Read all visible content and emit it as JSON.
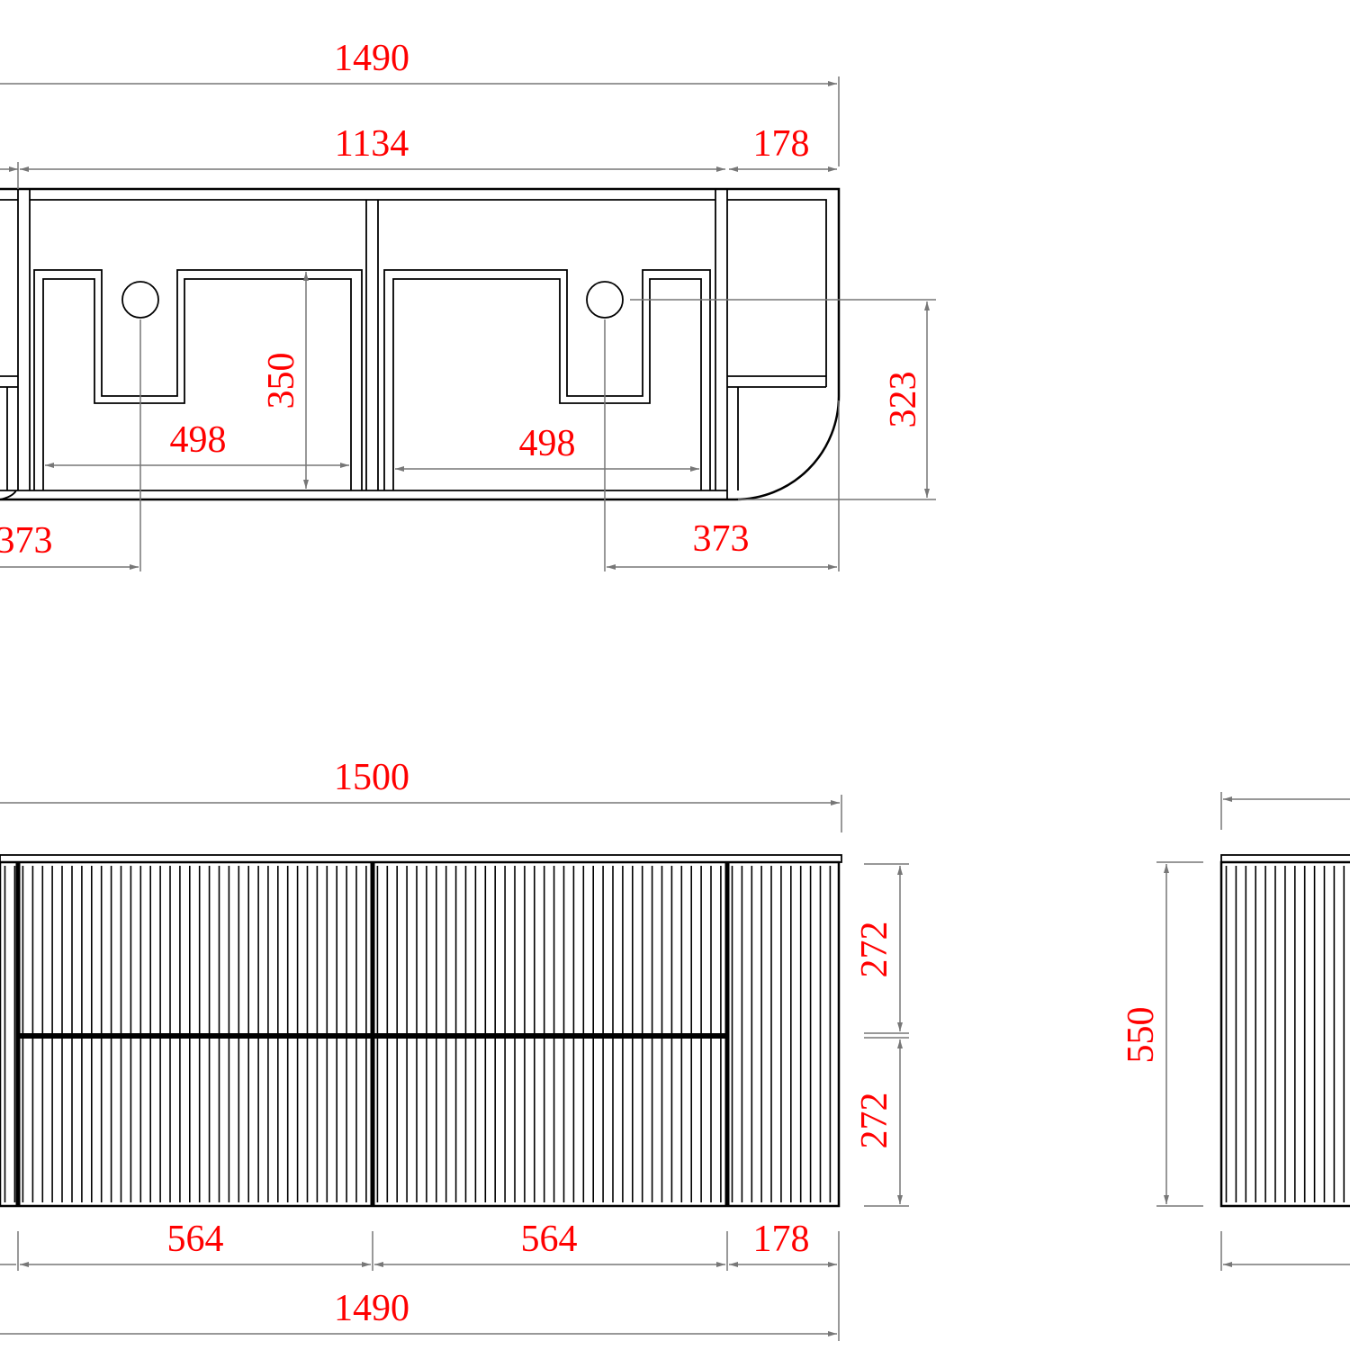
{
  "colors": {
    "line": "#000000",
    "dimension_line": "#777777",
    "dimension_text": "#ff0000",
    "background": "#ffffff"
  },
  "plan_view": {
    "dimensions": {
      "total_width": "1490",
      "cabinet_width": "1134",
      "end_shelf_width": "178",
      "basin_depth": "350",
      "overall_depth": "323",
      "left_recess_width": "498",
      "right_recess_width": "498",
      "left_waste_offset": "373",
      "right_waste_offset": "373"
    }
  },
  "front_view": {
    "dimensions": {
      "top_width": "1500",
      "upper_drawer_height": "272",
      "lower_drawer_height": "272",
      "left_drawer_width": "564",
      "right_drawer_width": "564",
      "end_width": "178",
      "bottom_width": "1490"
    }
  },
  "side_view": {
    "dimensions": {
      "height": "550"
    }
  }
}
